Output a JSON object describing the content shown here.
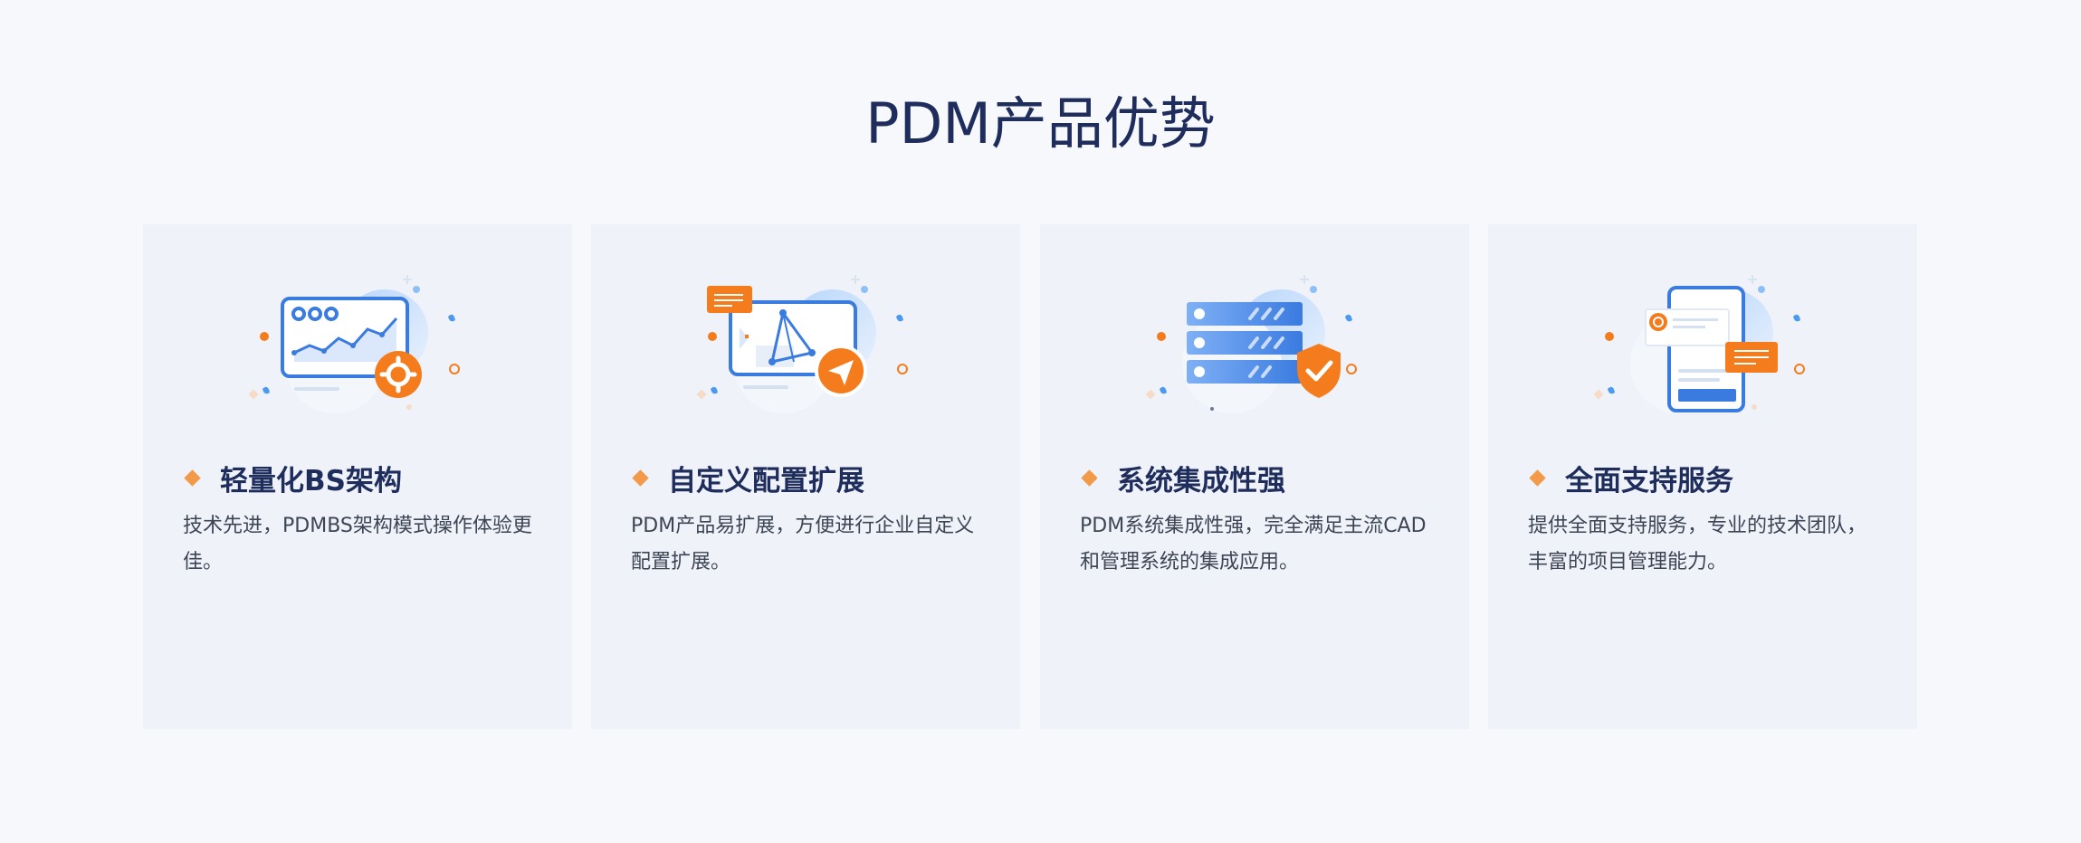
{
  "section": {
    "title": "PDM产品优势"
  },
  "colors": {
    "accent_orange": "#f47c1c",
    "accent_blue": "#3a7be0",
    "title_navy": "#1f2d5c",
    "card_bg": "#eff3f9"
  },
  "cards": [
    {
      "icon": "dashboard-chart-gear-icon",
      "title": "轻量化BS架构",
      "desc": "技术先进，PDMBS架构模式操作体验更佳。"
    },
    {
      "icon": "custom-config-send-icon",
      "title": "自定义配置扩展",
      "desc": "PDM产品易扩展，方便进行企业自定义配置扩展。"
    },
    {
      "icon": "server-shield-icon",
      "title": "系统集成性强",
      "desc": "PDM系统集成性强，完全满足主流CAD和管理系统的集成应用。"
    },
    {
      "icon": "mobile-support-icon",
      "title": "全面支持服务",
      "desc": "提供全面支持服务，专业的技术团队，丰富的项目管理能力。"
    }
  ]
}
